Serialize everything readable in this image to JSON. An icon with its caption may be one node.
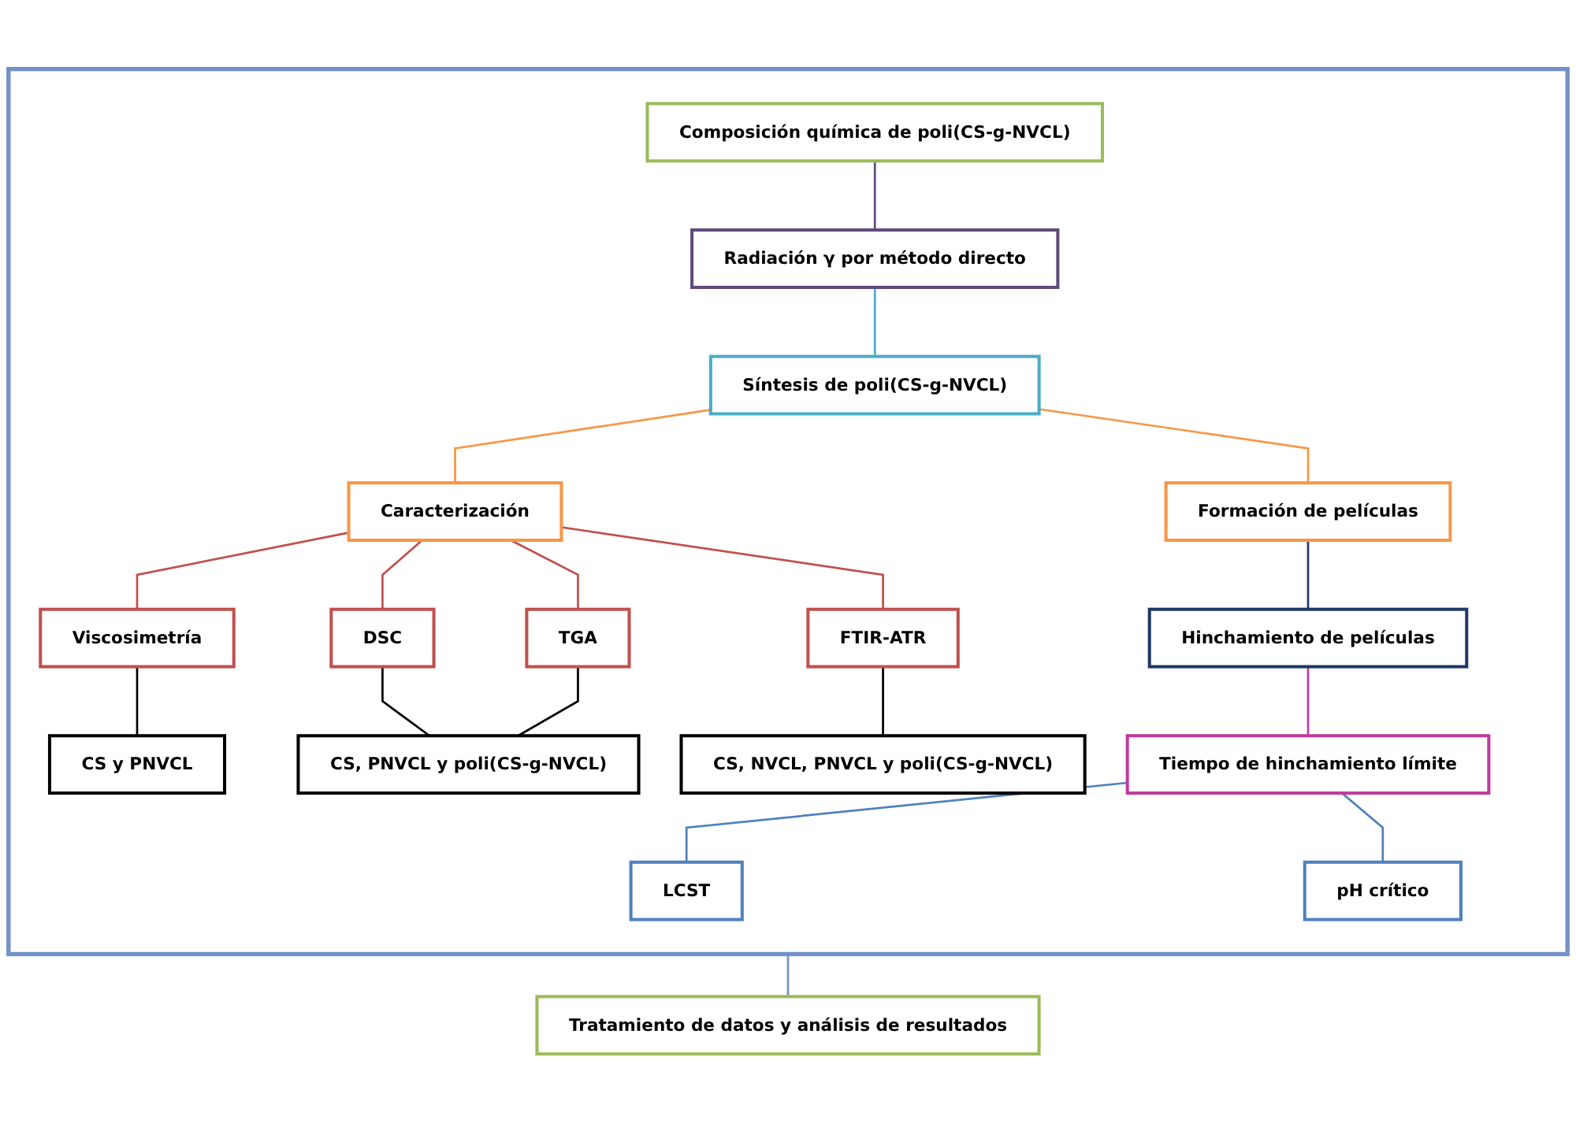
{
  "diagram": {
    "nodes": [
      {
        "text": [],
        "shape": "box"
      },
      {
        "text": [
          "Composición química de poli(CS-g-NVCL)"
        ],
        "in": 0
      },
      {
        "text": [
          "Radiación γ por método directo"
        ],
        "in": 0
      },
      {
        "text": [
          "Síntesis de poli(CS-g-NVCL)"
        ],
        "in": 0
      },
      {
        "text": [
          "Caracterización"
        ],
        "in": 0
      },
      {
        "text": [
          "Formación de películas"
        ],
        "in": 0
      },
      {
        "text": [
          "Viscosimetría"
        ],
        "in": 0
      },
      {
        "text": [
          "FTIR-ATR"
        ],
        "in": 0
      },
      {
        "text": [
          "DSC"
        ],
        "in": 0
      },
      {
        "text": [
          "TGA"
        ],
        "in": 0
      },
      {
        "text": [
          "CS y PNVCL"
        ],
        "in": 0
      },
      {
        "text": [
          "CS, PNVCL y poli(CS-g-NVCL)"
        ],
        "in": 0
      },
      {
        "text": [
          "CS, NVCL, PNVCL y poli(CS-g-NVCL)"
        ],
        "in": 0
      },
      {
        "text": [
          "Hinchamiento de películas"
        ],
        "in": 0
      },
      {
        "text": [
          "Tiempo de hinchamiento límite"
        ],
        "in": 0
      },
      {
        "text": [
          "LCST"
        ],
        "in": 0
      },
      {
        "text": [
          "pH crítico"
        ],
        "in": 0
      },
      {
        "text": [
          "Tratamiento de datos y análisis de resultados"
        ]
      }
    ],
    "edges": [
      {
        "from": 1,
        "to": 2,
        "arrow": "none",
        "color": "#604a7b"
      },
      {
        "from": 2,
        "to": 3,
        "arrow": "none",
        "color": "#4bacc6"
      },
      {
        "from": 3,
        "to": 4,
        "arrow": "none",
        "color": "#f79646"
      },
      {
        "from": 3,
        "to": 5,
        "arrow": "none",
        "color": "#f79646"
      },
      {
        "from": 4,
        "to": 6,
        "arrow": "none",
        "color": "#c0504d"
      },
      {
        "from": 4,
        "to": 7,
        "arrow": "none",
        "color": "#c0504d"
      },
      {
        "from": 4,
        "to": 8,
        "arrow": "none",
        "color": "#c0504d"
      },
      {
        "from": 4,
        "to": 9,
        "arrow": "none",
        "color": "#c0504d"
      },
      {
        "from": 6,
        "to": 10,
        "arrow": "none",
        "color": "#000000"
      },
      {
        "from": 8,
        "to": 11,
        "arrow": "none",
        "color": "#000000"
      },
      {
        "from": 9,
        "to": 11,
        "arrow": "none",
        "color": "#000000"
      },
      {
        "from": 7,
        "to": 12,
        "arrow": "none",
        "color": "#000000"
      },
      {
        "from": 5,
        "to": 13,
        "arrow": "none",
        "color": "#1f3864"
      },
      {
        "from": 13,
        "to": 14,
        "arrow": "none",
        "color": "#c0399e"
      },
      {
        "from": 14,
        "to": 15,
        "arrow": "none",
        "color": "#4f81bd"
      },
      {
        "from": 14,
        "to": 16,
        "arrow": "none",
        "color": "#4f81bd"
      },
      {
        "from": 0,
        "to": 17,
        "arrow": "none",
        "color": "#7391c8"
      }
    ]
  }
}
